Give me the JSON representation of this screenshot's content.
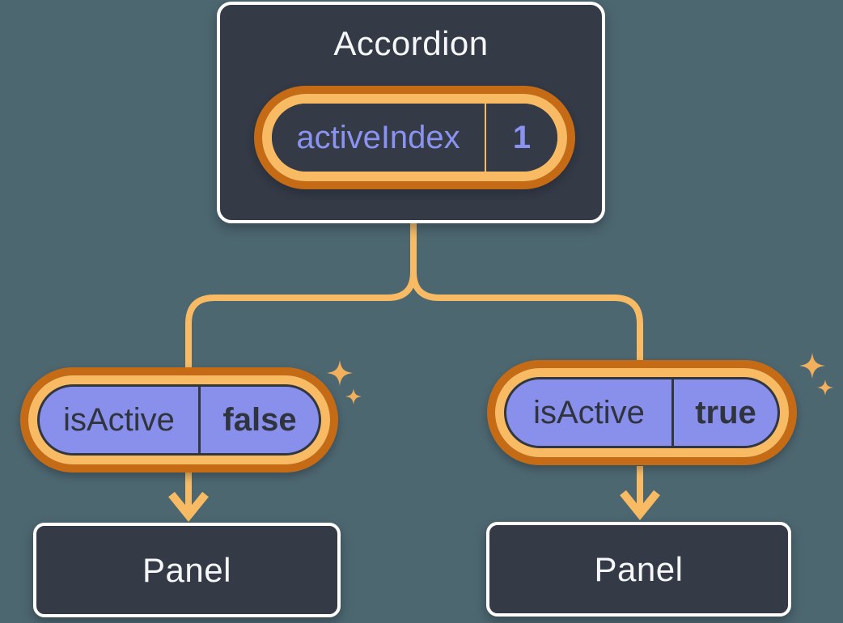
{
  "background_color": "#4D6770",
  "accordion": {
    "title": "Accordion",
    "prop": {
      "name": "activeIndex",
      "value": "1"
    }
  },
  "children": [
    {
      "prop": {
        "name": "isActive",
        "value": "false"
      },
      "panel": {
        "title": "Panel"
      }
    },
    {
      "prop": {
        "name": "isActive",
        "value": "true"
      },
      "panel": {
        "title": "Panel"
      }
    }
  ],
  "icons": {
    "sparkle": "four-point-star",
    "arrow": "arrow-down"
  },
  "colors": {
    "background": "#4D6770",
    "node_fill": "#343A46",
    "node_border": "#FFFFFF",
    "node_text": "#F6F7F9",
    "ring_outer": "#C56B16",
    "ring_inner": "#F8BB64",
    "wire": "#F8BB64",
    "sparkle": "#F3B05C",
    "state_fill": "#8990EC",
    "state_text_dark": "#2F343E",
    "state_text_purple": "#8B93F0"
  }
}
